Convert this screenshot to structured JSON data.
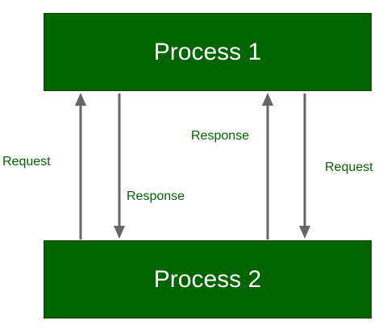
{
  "colors": {
    "box_fill": "#006400",
    "label_text": "#006400",
    "arrow": "#666666"
  },
  "boxes": {
    "top": "Process 1",
    "bottom": "Process 2"
  },
  "labels": {
    "left_request": "Request",
    "left_response": "Response",
    "right_response": "Response",
    "right_request": "Request"
  },
  "arrows": [
    {
      "from": "Process 2",
      "to": "Process 1",
      "label": "Request"
    },
    {
      "from": "Process 1",
      "to": "Process 2",
      "label": "Response"
    },
    {
      "from": "Process 2",
      "to": "Process 1",
      "label": "Response"
    },
    {
      "from": "Process 1",
      "to": "Process 2",
      "label": "Request"
    }
  ]
}
